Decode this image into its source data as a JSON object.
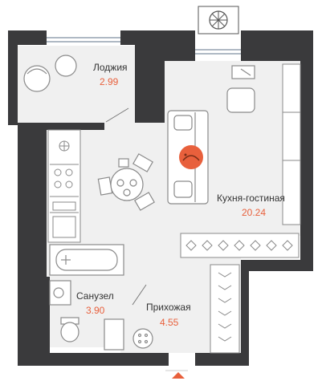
{
  "colors": {
    "wall": "#3a3a3c",
    "floor": "#f0f0f0",
    "furniture_stroke": "#8a8a8a",
    "furniture_fill": "#e4e4e4",
    "window": "#7f8fa0",
    "accent": "#e8603c"
  },
  "rooms": [
    {
      "id": "loggia",
      "name": "Лоджия",
      "area": "2.99"
    },
    {
      "id": "kitchen-living",
      "name": "Кухня-гостиная",
      "area": "20.24"
    },
    {
      "id": "bathroom",
      "name": "Санузел",
      "area": "3.90"
    },
    {
      "id": "hallway",
      "name": "Прихожая",
      "area": "4.55"
    }
  ],
  "icons": {
    "ac": "air-conditioner-icon",
    "entrance": "entrance-arrow-icon",
    "pet": "cat-icon"
  }
}
